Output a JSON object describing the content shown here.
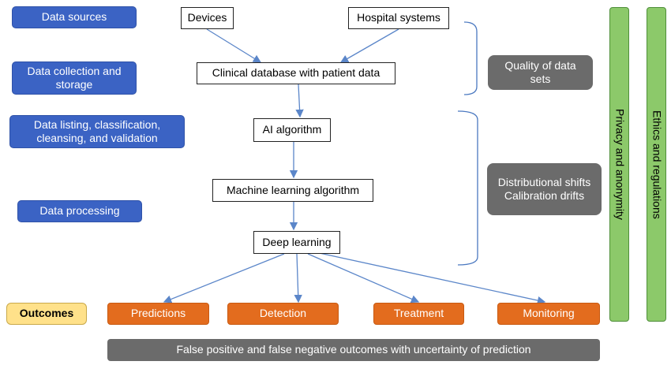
{
  "stages": {
    "data_sources": "Data sources",
    "data_collection": "Data collection and storage",
    "data_listing": "Data listing, classification, cleansing, and validation",
    "data_processing": "Data processing",
    "outcomes": "Outcomes"
  },
  "flow": {
    "devices": "Devices",
    "hospital_systems": "Hospital systems",
    "clinical_database": "Clinical database with patient data",
    "ai_algorithm": "AI algorithm",
    "ml_algorithm": "Machine learning algorithm",
    "deep_learning": "Deep learning"
  },
  "outputs": {
    "predictions": "Predictions",
    "detection": "Detection",
    "treatment": "Treatment",
    "monitoring": "Monitoring"
  },
  "concerns": {
    "quality": "Quality of data sets",
    "shifts": "Distributional shifts Calibration drifts"
  },
  "bars": {
    "privacy": "Privacy and anonymity",
    "ethics": "Ethics and regulations"
  },
  "footer": "False positive and false negative outcomes with uncertainty of prediction",
  "colors": {
    "stage_blue": "#3b63c4",
    "flow_box": "#ffffff",
    "concern_grey": "#6b6b6b",
    "outcome_orange": "#e36c1e",
    "outcomes_yellow": "#ffe18a",
    "bar_green": "#8cc96a",
    "arrow_blue": "#5b86c9"
  }
}
